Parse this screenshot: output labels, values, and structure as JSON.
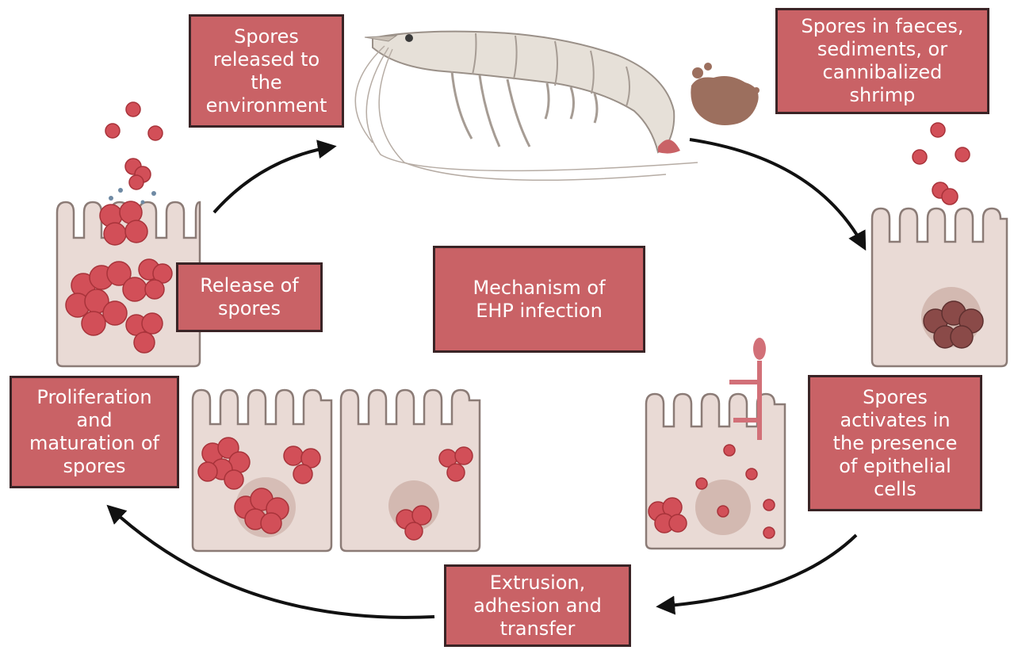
{
  "diagram": {
    "center_label": "Mechanism of\nEHP infection",
    "stages": {
      "release_environment": "Spores\nreleased to\nthe\nenvironment",
      "spores_source": "Spores in faeces,\nsediments, or\ncannibalized\nshrimp",
      "release_of_spores": "Release of\nspores",
      "activation": "Spores\nactivates in\nthe presence\nof epithelial\ncells",
      "proliferation": "Proliferation\nand\nmaturation of\nspores",
      "extrusion": "Extrusion,\nadhesion and\ntransfer"
    },
    "colors": {
      "box_fill": "#c96266",
      "box_border": "#3a2426",
      "cell_fill": "#e9dad5",
      "cell_stroke": "#8b7b76",
      "spore": "#d24f58",
      "spore_mature": "#8a4a48",
      "arrow": "#111111"
    },
    "icons": [
      "shrimp-icon",
      "faeces-icon",
      "epithelial-cell-icon",
      "spore-icon",
      "polar-tube-icon",
      "arrow-icon"
    ]
  }
}
